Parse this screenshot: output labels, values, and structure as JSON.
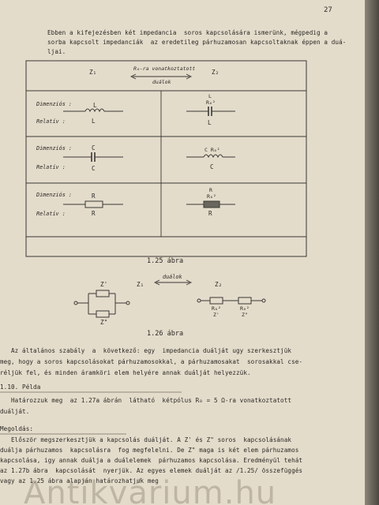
{
  "page_number": "27",
  "intro_lines": [
    "Ebben a kifejezésben két impedancia  soros kapcsolására ismerünk, mégpedig a",
    "sorba kapcsolt impedanciák  az eredetileg párhuzamosan kapcsoltaknak éppen a duá-",
    "ljai."
  ],
  "fig125": {
    "left_header": "Z₁",
    "right_header": "Z₂",
    "arrow_label_top": "R₀-ra vonatkoztatott",
    "arrow_label_bottom": "duálok",
    "rows": [
      {
        "dim_label": "Dimenziós :",
        "rel_label": "Relatív :",
        "left_top": "L",
        "left_bottom": "L",
        "right_top_num": "L",
        "right_top_den": "R₀²",
        "right_bottom": "L"
      },
      {
        "dim_label": "Dimenziós :",
        "rel_label": "Relatív :",
        "left_top": "C",
        "left_bottom": "C",
        "right_top": "C R₀²",
        "right_bottom": "C"
      },
      {
        "dim_label": "Dimenziós :",
        "rel_label": "Relatív :",
        "left_top": "R",
        "left_bottom": "R",
        "right_top_num": "R",
        "right_top_den": "R₀²",
        "right_bottom": "R"
      }
    ],
    "caption": "1.25 ábra"
  },
  "fig126": {
    "arrow_label": "duálok",
    "left_label": "Z₁",
    "right_label": "Z₂",
    "left_top_elem": "Z'",
    "left_bottom_elem": "Z\"",
    "right_elem1_num": "R₀²",
    "right_elem1_den": "Z'",
    "right_elem2_num": "R₀²",
    "right_elem2_den": "Z\"",
    "caption": "1.26 ábra"
  },
  "body_lines": [
    "   Az általános szabály  a  következő: egy  impedancia duálját ugy szerkesztjük",
    "meg, hogy a soros kapcsolásokat párhuzamosokkal, a párhuzamosakat  sorosakkal cse-",
    "réljük fel, és minden áramköri elem helyére annak duálját helyezzük."
  ],
  "example_heading": "1.10. Példa",
  "example_lines": [
    "   Határozzuk meg  az 1.27a ábrán  látható  kétpólus R₀ = 5 Ω-ra vonatkoztatott",
    "duálját."
  ],
  "solution_heading": "Megoldás:",
  "solution_lines": [
    "   Először megszerkesztjük a kapcsolás duálját. A Z' és Z\" soros  kapcsolásának",
    "duálja párhuzamos  kapcsolásra  fog megfelelni. De Z\" maga is két elem párhuzamos",
    "kapcsolása, igy annak duálja a duálelemek  párhuzamos kapcsolása. Eredményül tehát",
    "az 1.27b ábra  kapcsolását  nyerjük. Az egyes elemek duálját az /1.25/ összefüggés",
    "vagy az 1.25 ábra alapján határozhatjuk meg"
  ],
  "watermark": "Antikvárium.hu"
}
